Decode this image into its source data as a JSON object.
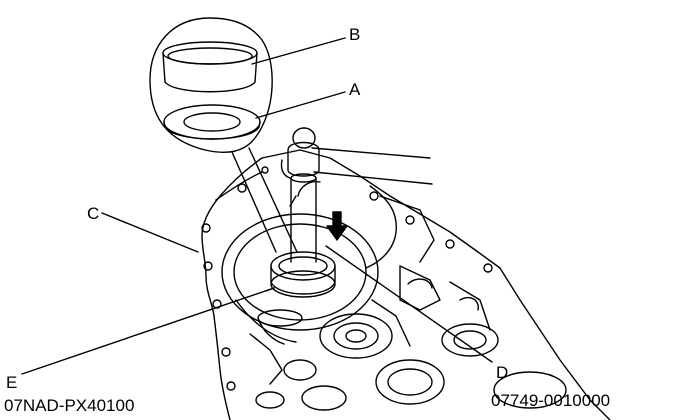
{
  "callouts": {
    "a": "A",
    "b": "B",
    "c": "C",
    "d": "D",
    "e": "E"
  },
  "tools": {
    "left_part_number": "07NAD-PX40100",
    "right_part_number": "07749-0010000"
  },
  "colors": {
    "line": "#000000",
    "background": "#ffffff"
  },
  "icons": {
    "direction_arrow": "down-arrow-icon"
  }
}
